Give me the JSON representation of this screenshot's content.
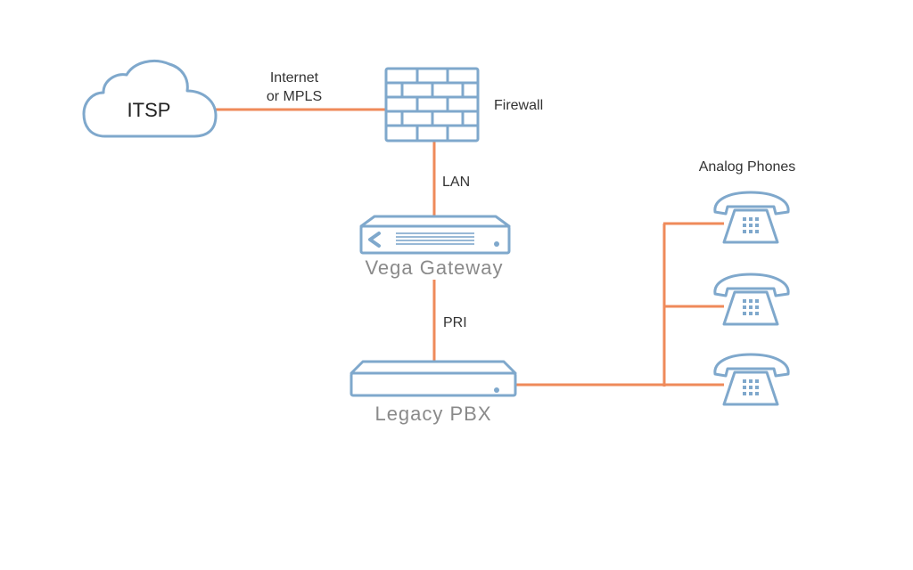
{
  "nodes": {
    "itsp": {
      "label": "ITSP"
    },
    "firewall": {
      "label": "Firewall"
    },
    "gateway": {
      "label": "Vega Gateway"
    },
    "pbx": {
      "label": "Legacy PBX"
    },
    "phones": {
      "label": "Analog Phones"
    }
  },
  "links": {
    "internet_line1": "Internet",
    "internet_line2": "or MPLS",
    "lan": "LAN",
    "pri": "PRI"
  },
  "colors": {
    "link": "#ef8a5a",
    "device": "#7fa8cc",
    "label": "#333333",
    "device_label": "#8a8a8a"
  }
}
